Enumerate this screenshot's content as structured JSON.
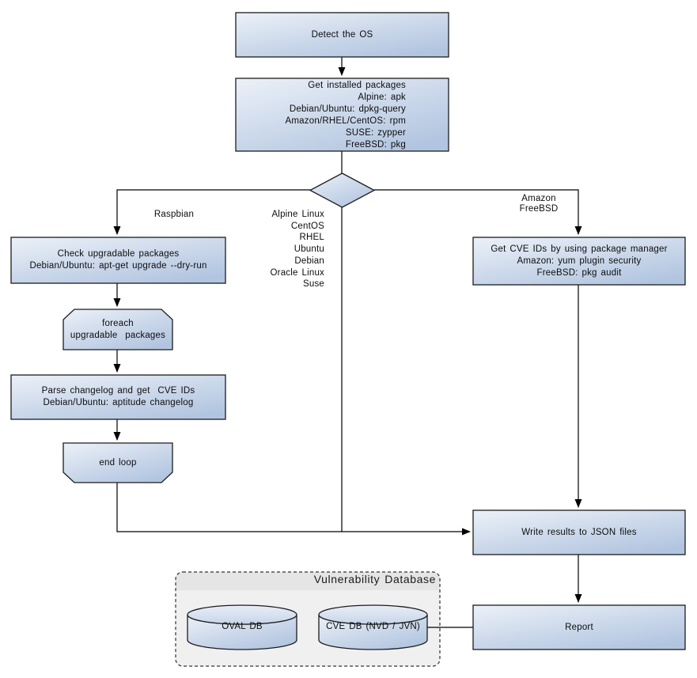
{
  "diagram": {
    "nodes": {
      "detect_os": {
        "label": "Detect the OS"
      },
      "get_installed": {
        "lines": [
          "Get installed packages",
          "Alpine: apk",
          "Debian/Ubuntu: dpkg-query",
          "Amazon/RHEL/CentOS: rpm",
          "SUSE: zypper",
          "FreeBSD: pkg"
        ]
      },
      "check_upgradable": {
        "lines": [
          "Check upgradable packages",
          "Debian/Ubuntu: apt-get upgrade --dry-run"
        ]
      },
      "foreach_loop": {
        "lines": [
          "foreach",
          "upgradable  packages"
        ]
      },
      "parse_changelog": {
        "lines": [
          "Parse changelog and get  CVE IDs",
          "Debian/Ubuntu: aptitude changelog"
        ]
      },
      "end_loop": {
        "label": "end loop"
      },
      "get_cve_ids": {
        "lines": [
          "Get CVE IDs by using package manager",
          "Amazon: yum plugin security",
          "FreeBSD: pkg audit"
        ]
      },
      "write_results": {
        "label": "Write results to JSON files"
      },
      "report": {
        "label": "Report"
      },
      "oval_db": {
        "label": "OVAL DB"
      },
      "cve_db": {
        "label": "CVE DB (NVD / JVN)"
      }
    },
    "edge_labels": {
      "left_branch": "Raspbian",
      "middle_branch": [
        "Alpine Linux",
        "CentOS",
        "RHEL",
        "Ubuntu",
        "Debian",
        "Oracle Linux",
        "Suse"
      ],
      "right_branch": [
        "Amazon",
        "FreeBSD"
      ]
    },
    "cluster": {
      "title": "Vulnerability Database"
    },
    "colors": {
      "node_gradient_top": "#ecf1f8",
      "node_gradient_bottom": "#b2c5e0",
      "node_border": "#1c1c1c",
      "edge_color": "#000000",
      "cluster_fill": "#f0f0f1",
      "cluster_header_fill": "#e5e5e6",
      "cluster_border": "#303030",
      "background": "#ffffff"
    }
  }
}
